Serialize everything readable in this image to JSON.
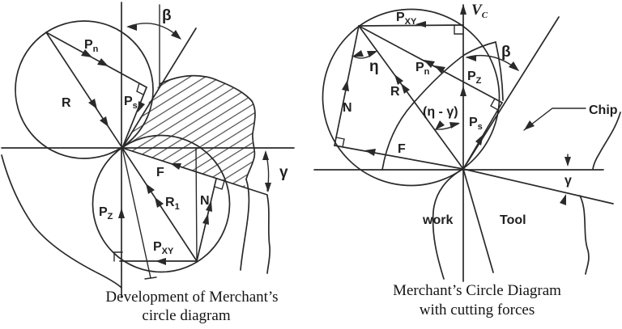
{
  "colors": {
    "ink": "#2a2a2a",
    "paper": "#ffffff"
  },
  "left_diagram": {
    "caption_line1": "Development of Merchant’s",
    "caption_line2": "circle diagram",
    "labels": {
      "beta": "β",
      "gamma": "γ",
      "pn": {
        "main": "P",
        "sub": "n"
      },
      "r": "R",
      "ps": {
        "main": "P",
        "sub": "s"
      },
      "f": "F",
      "r1": {
        "main": "R",
        "sub": "1"
      },
      "n": "N",
      "pz": {
        "main": "P",
        "sub": "Z"
      },
      "pxy": {
        "main": "P",
        "sub": "XY"
      }
    }
  },
  "right_diagram": {
    "caption_line1": "Merchant’s Circle Diagram",
    "caption_line2": "with cutting forces",
    "labels": {
      "vc": {
        "main": "V",
        "sub": "C"
      },
      "pxy": {
        "main": "P",
        "sub": "XY"
      },
      "beta": "β",
      "eta": "η",
      "pn": {
        "main": "P",
        "sub": "n"
      },
      "pz": {
        "main": "P",
        "sub": "Z"
      },
      "r": "R",
      "n": "N",
      "eta_gamma": "(η - γ)",
      "ps": {
        "main": "P",
        "sub": "s"
      },
      "f": "F",
      "chip": "Chip",
      "work": "work",
      "tool": "Tool",
      "gamma": "γ"
    }
  }
}
